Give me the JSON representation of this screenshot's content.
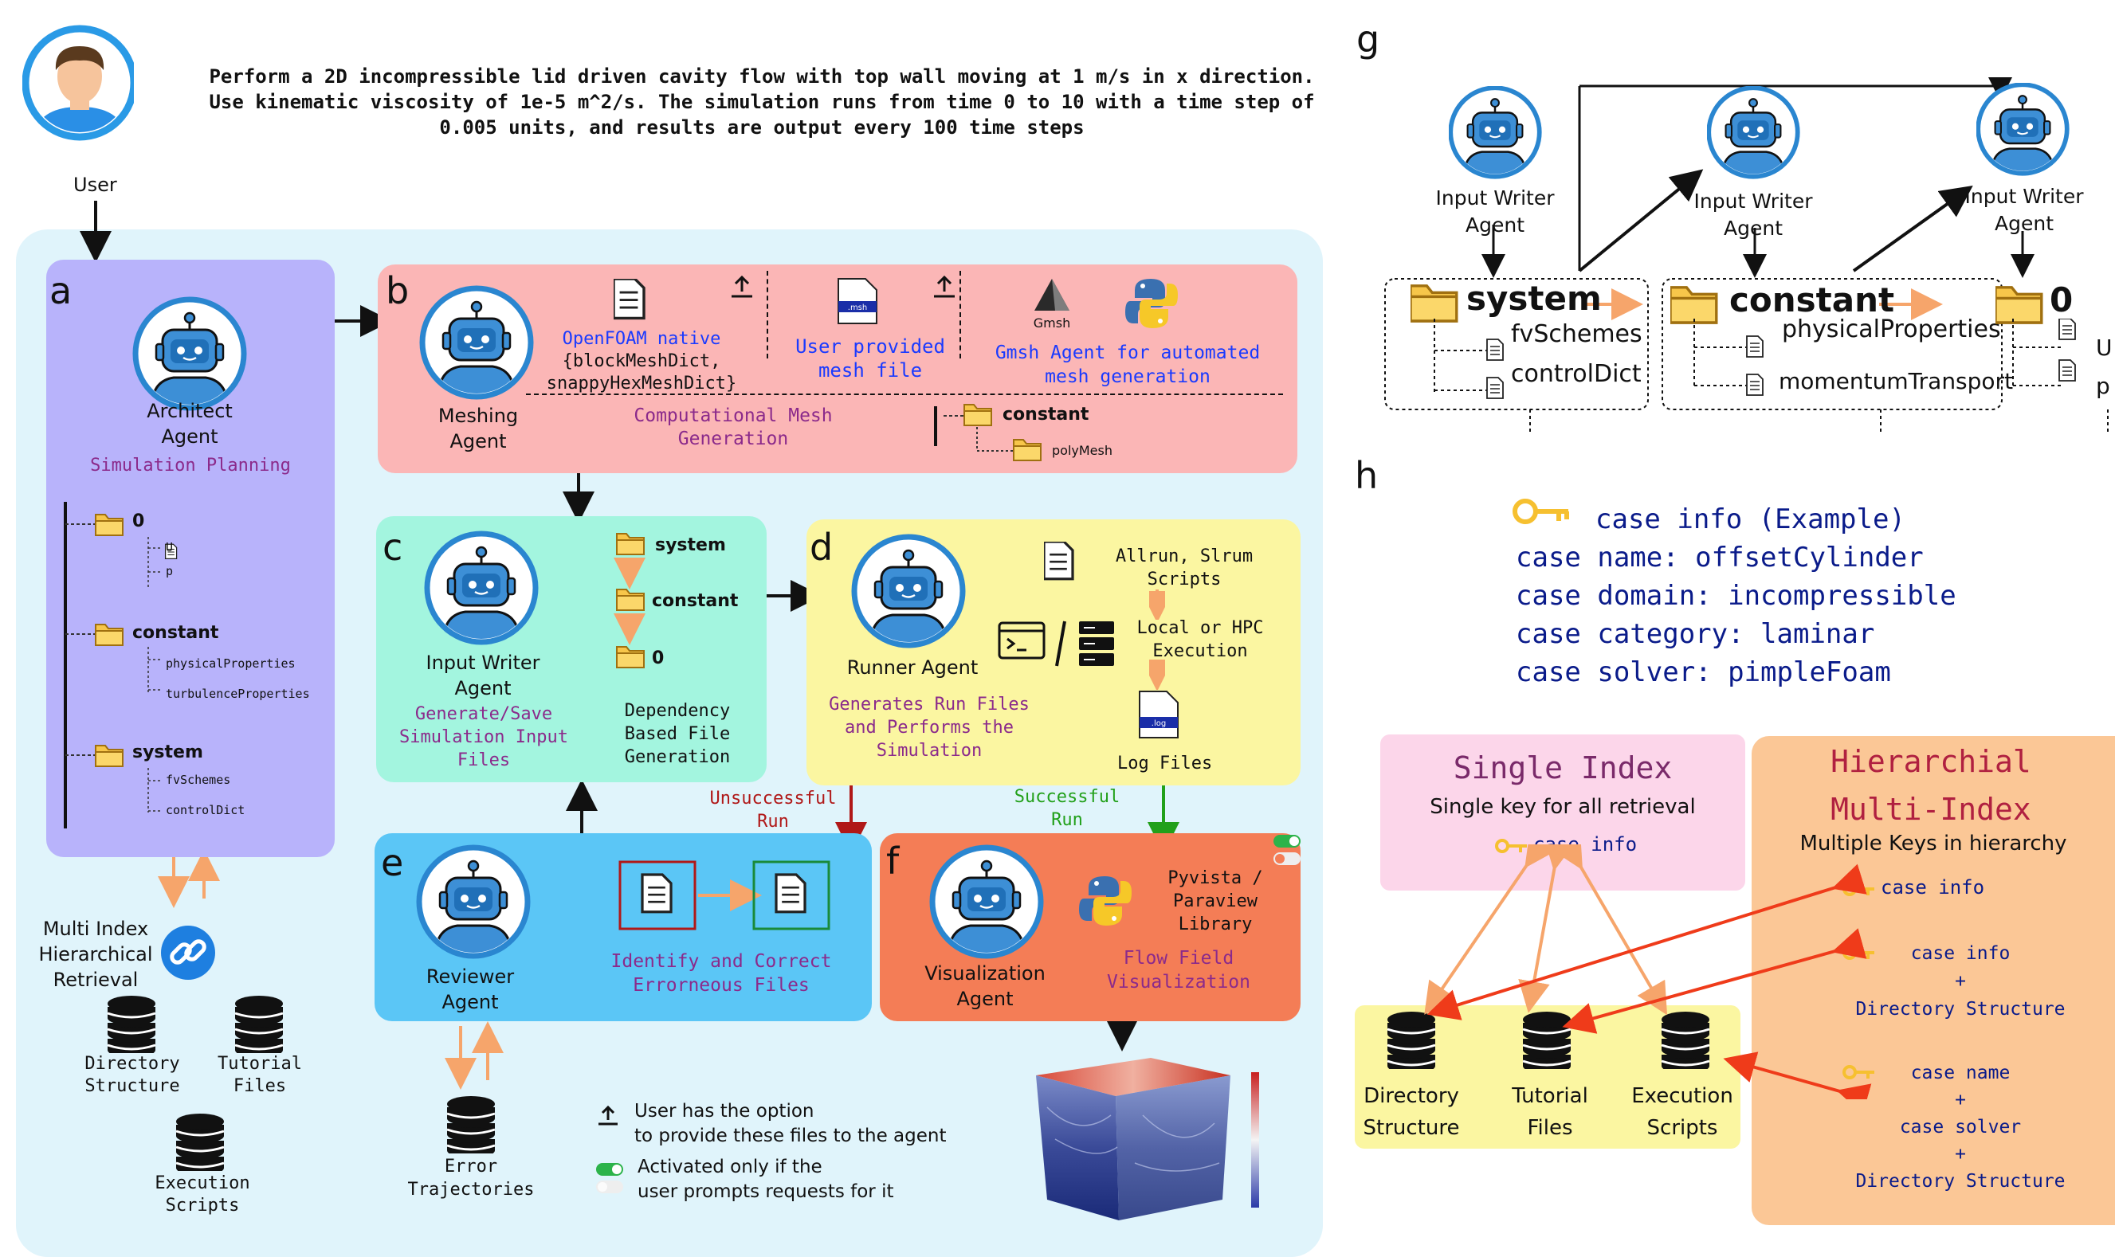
{
  "user": {
    "label": "User",
    "prompt": [
      "Perform a 2D incompressible lid driven cavity flow with top wall moving at 1 m/s in x direction.",
      "Use kinematic viscosity of 1e-5 m^2/s. The simulation runs from time 0 to 10 with a time step of",
      "0.005 units, and results are output every 100 time steps"
    ]
  },
  "panels": {
    "a": {
      "letter": "a",
      "agent": [
        "Architect",
        "Agent"
      ],
      "caption": "Simulation Planning",
      "tree": [
        {
          "folder": "0",
          "files": [
            "U",
            "p"
          ]
        },
        {
          "folder": "constant",
          "files": [
            "physicalProperties",
            "turbulenceProperties"
          ]
        },
        {
          "folder": "system",
          "files": [
            "fvSchemes",
            "controlDict"
          ]
        }
      ],
      "retrieval": [
        "Multi Index",
        "Hierarchical",
        "Retrieval"
      ],
      "dbs": [
        [
          "Directory",
          "Structure"
        ],
        [
          "Tutorial",
          "Files"
        ],
        [
          "Execution",
          "Scripts"
        ]
      ]
    },
    "b": {
      "letter": "b",
      "agent": [
        "Meshing",
        "Agent"
      ],
      "native": [
        "OpenFOAM native",
        "{blockMeshDict,",
        "snappyHexMeshDict}"
      ],
      "user_mesh": [
        "User provided",
        "mesh file"
      ],
      "msh_tag": ".msh",
      "gmsh_label": "Gmsh",
      "gmsh_agent": [
        "Gmsh Agent for automated",
        "mesh generation"
      ],
      "caption": [
        "Computational Mesh",
        "Generation"
      ],
      "folder": "constant",
      "subfolder": "polyMesh"
    },
    "c": {
      "letter": "c",
      "agent": [
        "Input Writer",
        "Agent"
      ],
      "caption": [
        "Generate/Save",
        "Simulation Input",
        "Files"
      ],
      "folders": [
        "system",
        "constant",
        "0"
      ],
      "dep": [
        "Dependency",
        "Based File",
        "Generation"
      ]
    },
    "d": {
      "letter": "d",
      "agent": [
        "Runner Agent"
      ],
      "scripts": [
        "Allrun, Slrum",
        "Scripts"
      ],
      "exec": [
        "Local or HPC",
        "Execution"
      ],
      "log_tag": ".log",
      "log": "Log Files",
      "caption": [
        "Generates Run Files",
        "and Performs the",
        "Simulation"
      ]
    },
    "e": {
      "letter": "e",
      "agent": [
        "Reviewer",
        "Agent"
      ],
      "caption": [
        "Identify and Correct",
        "Errorneous Files"
      ],
      "db": [
        "Error",
        "Trajectories"
      ]
    },
    "f": {
      "letter": "f",
      "agent": [
        "Visualization",
        "Agent"
      ],
      "lib": [
        "Pyvista /",
        "Paraview",
        "Library"
      ],
      "caption": [
        "Flow Field",
        "Visualization"
      ]
    },
    "unsuccessful": [
      "Unsuccessful",
      "Run"
    ],
    "successful": [
      "Successful",
      "Run"
    ]
  },
  "legend": {
    "upload": [
      "User has the option",
      "to provide these files to the agent"
    ],
    "toggle": [
      "Activated only if the",
      "user prompts requests for it"
    ]
  },
  "g": {
    "letter": "g",
    "agent": [
      "Input Writer",
      "Agent"
    ],
    "groups": [
      {
        "folder": "system",
        "files": [
          "fvSchemes",
          "controlDict"
        ]
      },
      {
        "folder": "constant",
        "files": [
          "physicalProperties",
          "momentumTransport"
        ]
      },
      {
        "folder": "0",
        "files": [
          "U",
          "p"
        ]
      }
    ]
  },
  "h": {
    "letter": "h",
    "case_info": [
      "case info (Example)",
      "case name: offsetCylinder",
      "case domain: incompressible",
      "case category: laminar",
      "case solver: pimpleFoam"
    ],
    "single": {
      "title": "Single Index",
      "subtitle": "Single key for all retrieval",
      "key": "case info"
    },
    "multi": {
      "title": [
        "Hierarchial",
        "Multi-Index"
      ],
      "subtitle": "Multiple Keys in hierarchy",
      "keys": [
        [
          "case info"
        ],
        [
          "case info",
          "+",
          "Directory Structure"
        ],
        [
          "case name",
          "+",
          "case solver",
          "+",
          "Directory Structure"
        ]
      ]
    },
    "dbs": [
      [
        "Directory",
        "Structure"
      ],
      [
        "Tutorial",
        "Files"
      ],
      [
        "Execution",
        "Scripts"
      ]
    ]
  },
  "colors": {
    "bg_main": "#e0f4fb",
    "a": "#b8b3fb",
    "b": "#fbb6b6",
    "c": "#a3f5df",
    "d": "#fbf6a1",
    "e": "#5bc6f6",
    "f": "#f47d56",
    "single": "#fcd6ea",
    "multi": "#fbc796",
    "dbbox": "#fbf6a1",
    "robot": "#3a8fd8"
  }
}
